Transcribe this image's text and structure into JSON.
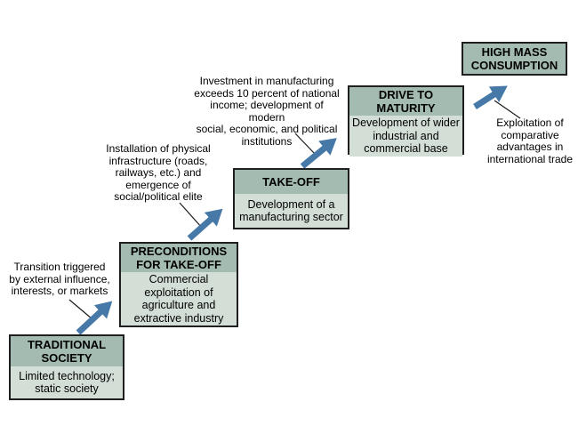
{
  "colors": {
    "box_header": "#a3bbb1",
    "box_body": "#d3ded7",
    "box_border": "#1f1f1f",
    "arrow": "#4679a7",
    "pointer_line": "#1a1a1a",
    "background": "#ffffff",
    "text": "#000000"
  },
  "stages": [
    {
      "name": "TRADITIONAL SOCIETY",
      "description": "Limited technology; static society"
    },
    {
      "name": "PRECONDITIONS FOR TAKE-OFF",
      "description": "Commercial exploitation of agriculture and extractive industry"
    },
    {
      "name": "TAKE-OFF",
      "description": "Development of a manufacturing sector"
    },
    {
      "name": "DRIVE TO MATURITY",
      "description": "Development of wider industrial and commercial base"
    },
    {
      "name": "HIGH MASS CONSUMPTION",
      "description": ""
    }
  ],
  "annotations": [
    {
      "lines": [
        "Transition triggered",
        "by external influence,",
        "interests, or markets"
      ]
    },
    {
      "lines": [
        "Installation of physical",
        "infrastructure (roads,",
        "railways, etc.) and",
        "emergence of",
        "social/political elite"
      ]
    },
    {
      "lines": [
        "Investment in manufacturing",
        "exceeds 10 percent of national",
        "income; development of modern",
        "social, economic, and political",
        "institutions"
      ]
    },
    {
      "lines": [
        "Exploitation of",
        "comparative",
        "advantages in",
        "international trade"
      ]
    }
  ]
}
